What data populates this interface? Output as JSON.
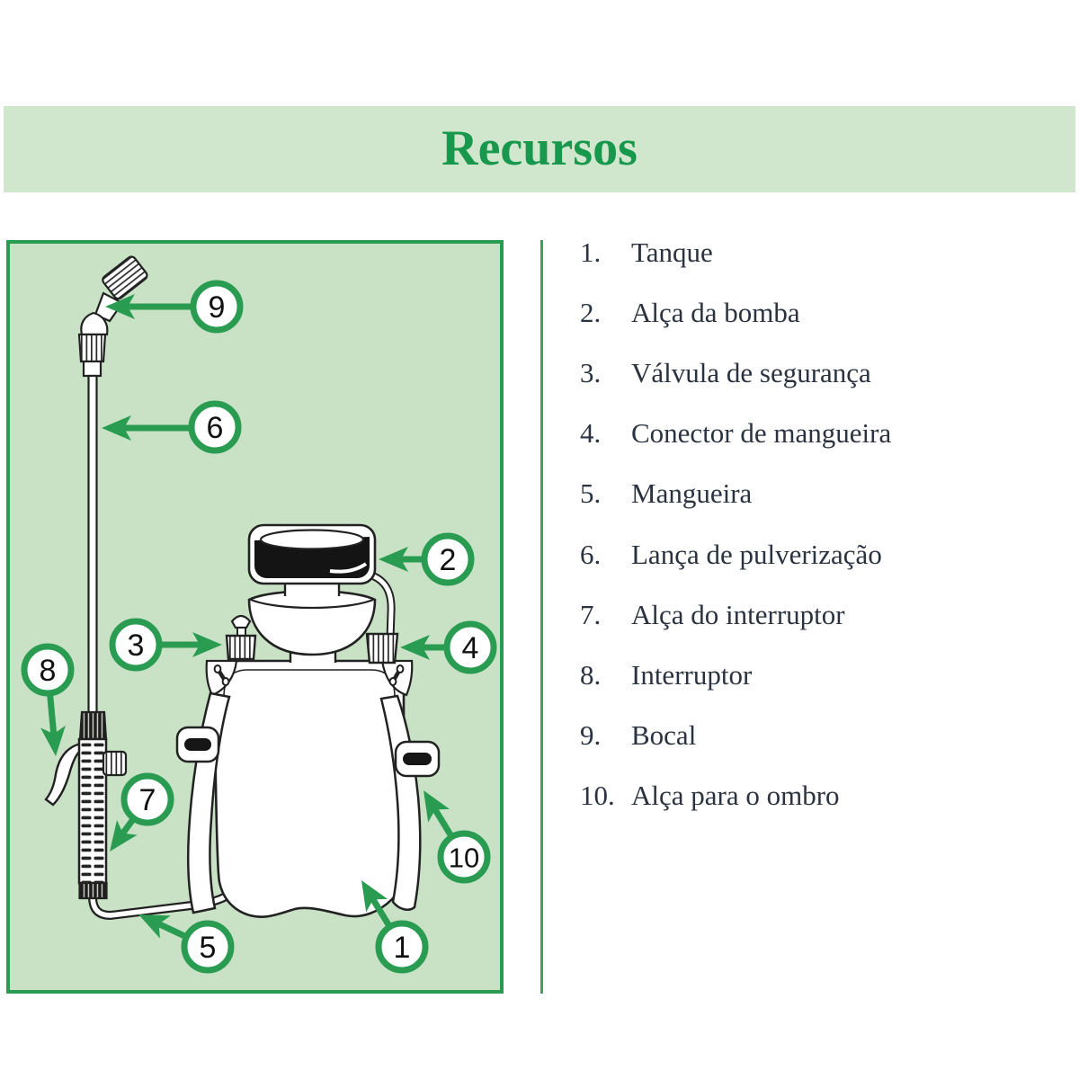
{
  "header": {
    "title": "Recursos"
  },
  "features": [
    {
      "number": "1.",
      "label": "Tanque"
    },
    {
      "number": "2.",
      "label": "Alça da bomba"
    },
    {
      "number": "3.",
      "label": "Válvula de segurança"
    },
    {
      "number": "4.",
      "label": "Conector de mangueira"
    },
    {
      "number": "5.",
      "label": "Mangueira"
    },
    {
      "number": "6.",
      "label": "Lança de pulverização"
    },
    {
      "number": "7.",
      "label": "Alça do interruptor"
    },
    {
      "number": "8.",
      "label": "Interruptor"
    },
    {
      "number": "9.",
      "label": "Bocal"
    },
    {
      "number": "10.",
      "label": "Alça para o ombro"
    }
  ],
  "diagram": {
    "callout_numbers": [
      "1",
      "2",
      "3",
      "4",
      "5",
      "6",
      "7",
      "8",
      "9",
      "10"
    ]
  },
  "colors": {
    "accent_green": "#2a9c52",
    "divider_green": "#3aa25c",
    "header_band_green": "#d0e7ce",
    "panel_background_green": "#c9e2c6",
    "title_green": "#17984c",
    "list_text": "#2a333f",
    "line_art": "#222222"
  }
}
